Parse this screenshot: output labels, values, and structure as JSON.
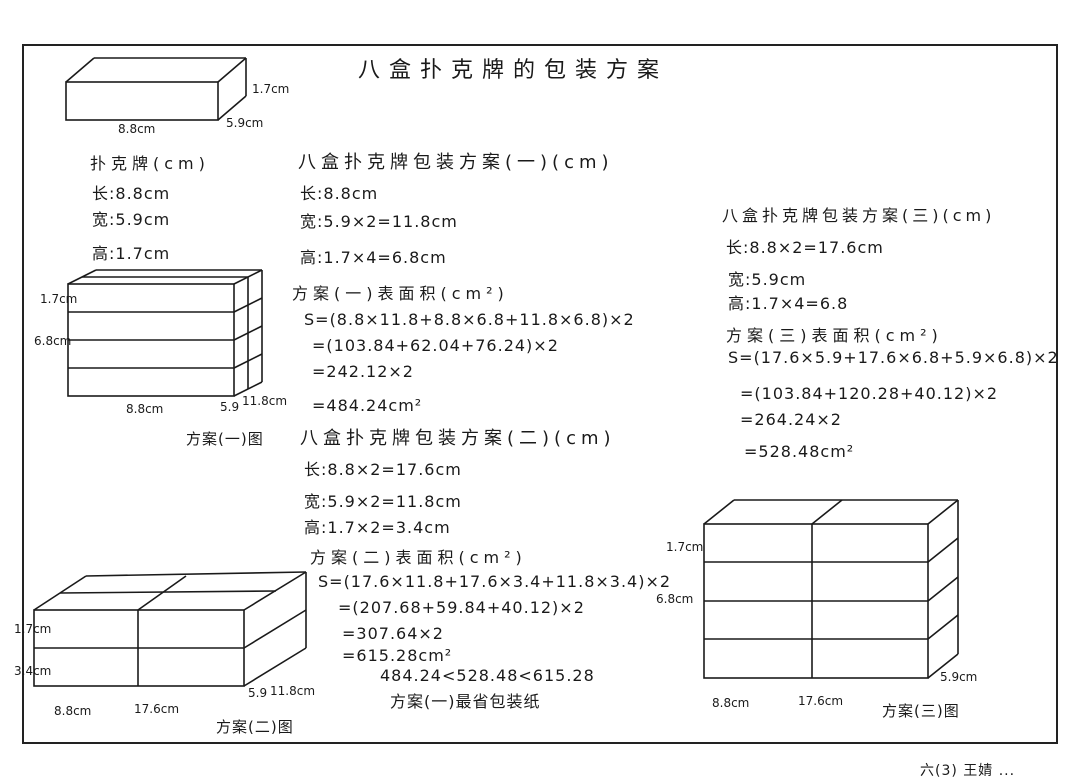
{
  "title": "八盒扑克牌的包装方案",
  "single_box": {
    "height": "1.7cm",
    "length": "8.8cm",
    "width": "5.9cm"
  },
  "card_box": {
    "heading": "扑克牌(cm)",
    "lines": [
      "长:8.8cm",
      "宽:5.9cm",
      "高:1.7cm"
    ]
  },
  "plan1": {
    "heading": "八盒扑克牌包装方案(一)(cm)",
    "dims": [
      "长:8.8cm",
      "宽:5.9×2=11.8cm",
      "高:1.7×4=6.8cm"
    ],
    "area_heading": "方案(一)表面积(cm²)",
    "calc": [
      "S=(8.8×11.8+8.8×6.8+11.8×6.8)×2",
      "=(103.84+62.04+76.24)×2",
      "=242.12×2",
      "=484.24cm²"
    ],
    "fig_caption": "方案(一)图",
    "fig_labels": {
      "h1": "1.7cm",
      "h2": "6.8cm",
      "len": "8.8cm",
      "w1": "5.9",
      "w2": "11.8cm"
    }
  },
  "plan2": {
    "heading": "八盒扑克牌包装方案(二)(cm)",
    "dims": [
      "长:8.8×2=17.6cm",
      "宽:5.9×2=11.8cm",
      "高:1.7×2=3.4cm"
    ],
    "area_heading": "方案(二)表面积(cm²)",
    "calc": [
      "S=(17.6×11.8+17.6×3.4+11.8×3.4)×2",
      "=(207.68+59.84+40.12)×2",
      "=307.64×2",
      "=615.28cm²"
    ],
    "compare": [
      "484.24<528.48<615.28",
      "方案(一)最省包装纸"
    ],
    "fig_caption": "方案(二)图",
    "fig_labels": {
      "h1": "1.7cm",
      "h2": "3.4cm",
      "len1": "8.8cm",
      "len2": "17.6cm",
      "w": "5.9",
      "d": "11.8cm"
    }
  },
  "plan3": {
    "heading": "八盒扑克牌包装方案(三)(cm)",
    "dims": [
      "长:8.8×2=17.6cm",
      "宽:5.9cm",
      "高:1.7×4=6.8"
    ],
    "area_heading": "方案(三)表面积(cm²)",
    "calc": [
      "S=(17.6×5.9+17.6×6.8+5.9×6.8)×2",
      "=(103.84+120.28+40.12)×2",
      "=264.24×2",
      "=528.48cm²"
    ],
    "fig_caption": "方案(三)图",
    "fig_labels": {
      "h1": "1.7cm",
      "h2": "6.8cm",
      "len1": "8.8cm",
      "len2": "17.6cm",
      "w": "5.9cm"
    }
  },
  "signature": "六(3) 王婧 ...",
  "colors": {
    "ink": "#1a1a1a",
    "paper": "#ffffff"
  }
}
